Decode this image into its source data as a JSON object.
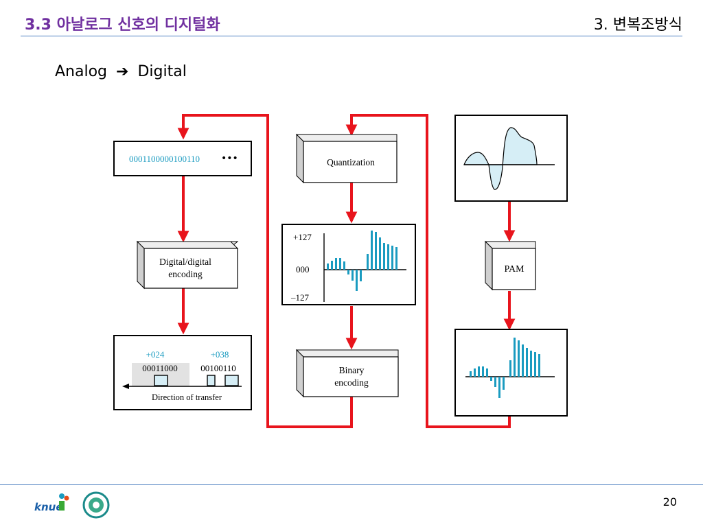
{
  "header": {
    "section_title": "3.3 아날로그 신호의 디지털화",
    "chapter_title": "3. 변복조방식"
  },
  "subtitle": {
    "left": "Analog",
    "arrow_icon": "right-arrow-icon",
    "right": "Digital"
  },
  "diagram": {
    "bitstream": "0001100000100110",
    "bitstream_ellipsis": "•••",
    "quantization_label": "Quantization",
    "quant_plot": {
      "top_label": "+127",
      "mid_label": "000",
      "bottom_label": "–127"
    },
    "binary_encoding_line1": "Binary",
    "binary_encoding_line2": "encoding",
    "dd_encoding_line1": "Digital/digital",
    "dd_encoding_line2": "encoding",
    "transfer": {
      "code1": "+024",
      "code2": "+038",
      "bits1": "00011000",
      "bits2": "00100110",
      "direction": "Direction of transfer"
    },
    "pam_label": "PAM"
  },
  "colors": {
    "arrow": "#e8141c",
    "accent": "#1a9bc0",
    "purple": "#7030a0",
    "rule": "#4a7ec0"
  },
  "footer": {
    "page_number": "20"
  }
}
